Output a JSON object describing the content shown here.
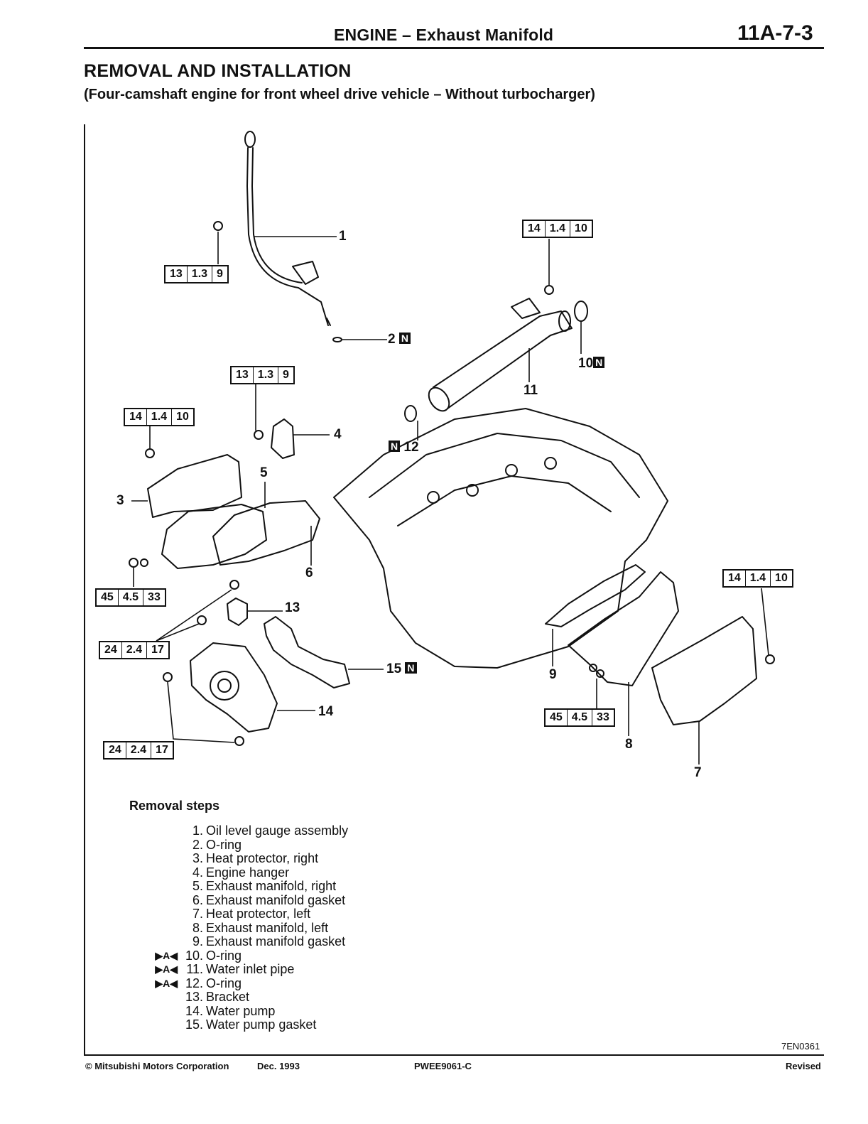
{
  "header": {
    "title": "ENGINE – Exhaust Manifold",
    "page_number": "11A-7-3"
  },
  "section": {
    "title": "REMOVAL AND INSTALLATION",
    "subtitle": "(Four-camshaft engine for front wheel drive vehicle – Without turbocharger)"
  },
  "diagram": {
    "torque_specs": [
      [
        "14",
        "1.4",
        "10"
      ],
      [
        "13",
        "1.3",
        "9"
      ],
      [
        "13",
        "1.3",
        "9"
      ],
      [
        "14",
        "1.4",
        "10"
      ],
      [
        "45",
        "4.5",
        "33"
      ],
      [
        "24",
        "2.4",
        "17"
      ],
      [
        "24",
        "2.4",
        "17"
      ],
      [
        "14",
        "1.4",
        "10"
      ],
      [
        "45",
        "4.5",
        "33"
      ]
    ],
    "callouts": [
      "1",
      "2",
      "3",
      "4",
      "5",
      "6",
      "7",
      "8",
      "9",
      "10",
      "11",
      "12",
      "13",
      "14",
      "15"
    ],
    "new_part_badge": "N"
  },
  "removal": {
    "heading": "Removal steps",
    "steps": [
      {
        "mark": "",
        "num": "1.",
        "text": "Oil level gauge assembly"
      },
      {
        "mark": "",
        "num": "2.",
        "text": "O-ring"
      },
      {
        "mark": "",
        "num": "3.",
        "text": "Heat protector, right"
      },
      {
        "mark": "",
        "num": "4.",
        "text": "Engine hanger"
      },
      {
        "mark": "",
        "num": "5.",
        "text": "Exhaust manifold, right"
      },
      {
        "mark": "",
        "num": "6.",
        "text": "Exhaust manifold gasket"
      },
      {
        "mark": "",
        "num": "7.",
        "text": "Heat protector, left"
      },
      {
        "mark": "",
        "num": "8.",
        "text": "Exhaust manifold, left"
      },
      {
        "mark": "",
        "num": "9.",
        "text": "Exhaust manifold gasket"
      },
      {
        "mark": "▶A◀",
        "num": "10.",
        "text": "O-ring"
      },
      {
        "mark": "▶A◀",
        "num": "11.",
        "text": "Water inlet pipe"
      },
      {
        "mark": "▶A◀",
        "num": "12.",
        "text": "O-ring"
      },
      {
        "mark": "",
        "num": "13.",
        "text": "Bracket"
      },
      {
        "mark": "",
        "num": "14.",
        "text": "Water pump"
      },
      {
        "mark": "",
        "num": "15.",
        "text": "Water pump gasket"
      }
    ]
  },
  "figure_code": "7EN0361",
  "footer": {
    "copyright": "© Mitsubishi Motors Corporation",
    "date": "Dec. 1993",
    "doc_code": "PWEE9061-C",
    "status": "Revised"
  }
}
